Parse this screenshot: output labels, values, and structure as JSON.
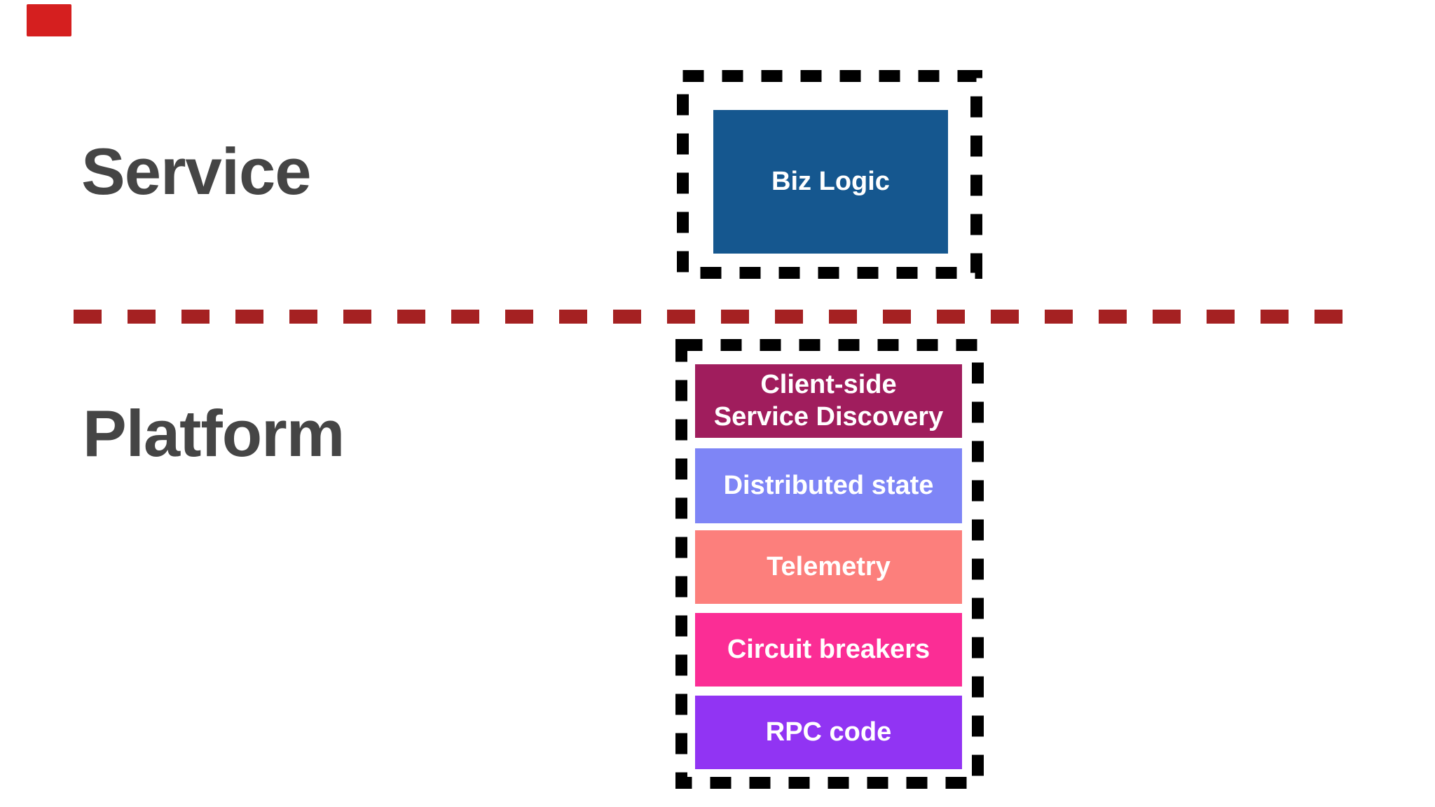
{
  "sections": {
    "service": {
      "label": "Service",
      "biz_logic_label": "Biz Logic"
    },
    "platform": {
      "label": "Platform",
      "layers": [
        {
          "label": "Client-side\nService Discovery",
          "color": "#a01d5d"
        },
        {
          "label": "Distributed state",
          "color": "#7e85f6"
        },
        {
          "label": "Telemetry",
          "color": "#fc7f7c"
        },
        {
          "label": "Circuit breakers",
          "color": "#fb2d95"
        },
        {
          "label": "RPC code",
          "color": "#9134f3"
        }
      ]
    }
  },
  "colors": {
    "background": "#ffffff",
    "biz_logic_box": "#15578f",
    "dashed_border_black": "#000000",
    "divider_red": "#a52122",
    "corner_mark_red": "#d51f1f",
    "section_label_text": "#454545",
    "box_label_text": "#ffffff"
  }
}
